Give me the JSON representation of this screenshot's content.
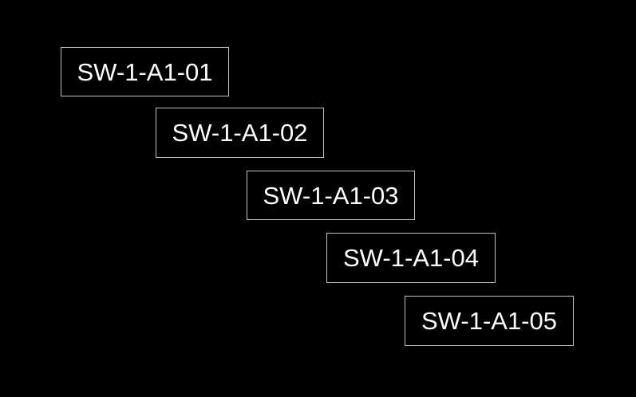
{
  "labels": [
    {
      "text": "SW-1-A1-01"
    },
    {
      "text": "SW-1-A1-02"
    },
    {
      "text": "SW-1-A1-03"
    },
    {
      "text": "SW-1-A1-04"
    },
    {
      "text": "SW-1-A1-05"
    }
  ],
  "colors": {
    "background": "#000000",
    "text": "#ffffff",
    "border": "#bfbfbf"
  }
}
